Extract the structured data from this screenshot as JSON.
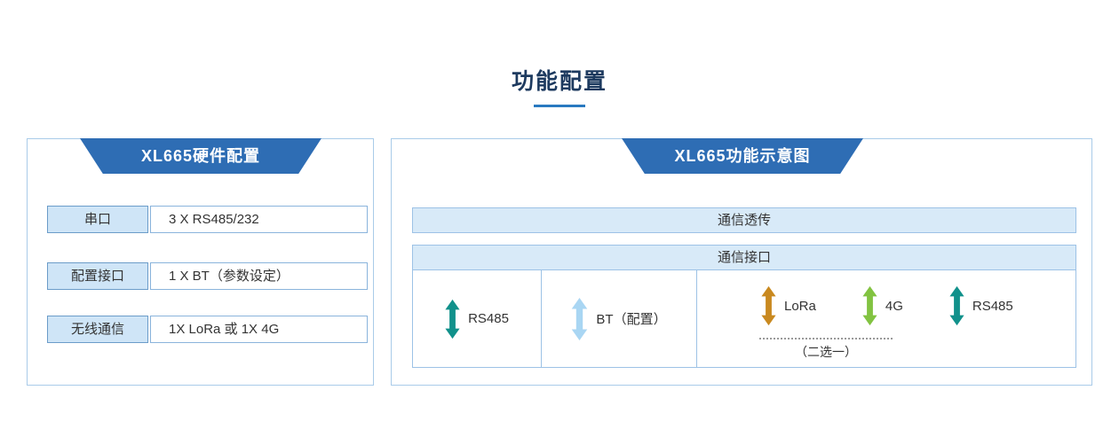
{
  "page": {
    "title": "功能配置"
  },
  "left_panel": {
    "banner": "XL665硬件配置",
    "rows": [
      {
        "label": "串口",
        "value": "3 X RS485/232"
      },
      {
        "label": "配置接口",
        "value": "1 X BT（参数设定）"
      },
      {
        "label": "无线通信",
        "value": "1X LoRa 或 1X 4G"
      }
    ]
  },
  "right_panel": {
    "banner": "XL665功能示意图",
    "transparent_bar": "通信透传",
    "interface_header": "通信接口",
    "cells": [
      {
        "icon": "double-vertical-arrow-icon",
        "label": "RS485",
        "color": "#11918b"
      },
      {
        "icon": "double-vertical-arrow-icon",
        "label": "BT（配置）",
        "color": "#a9d6f3"
      }
    ],
    "wireless": [
      {
        "icon": "double-vertical-arrow-icon",
        "label": "LoRa",
        "color": "#c9891f"
      },
      {
        "icon": "double-vertical-arrow-icon",
        "label": "4G",
        "color": "#82c341"
      },
      {
        "icon": "double-vertical-arrow-icon",
        "label": "RS485",
        "color": "#11918b"
      }
    ],
    "choose_note": "（二选一）"
  },
  "colors": {
    "accent_blue": "#2e6db4",
    "title_navy": "#1d3a5f",
    "underline_blue": "#2979c0",
    "light_blue_bg": "#d8eaf8",
    "panel_border": "#a9cbe9"
  }
}
